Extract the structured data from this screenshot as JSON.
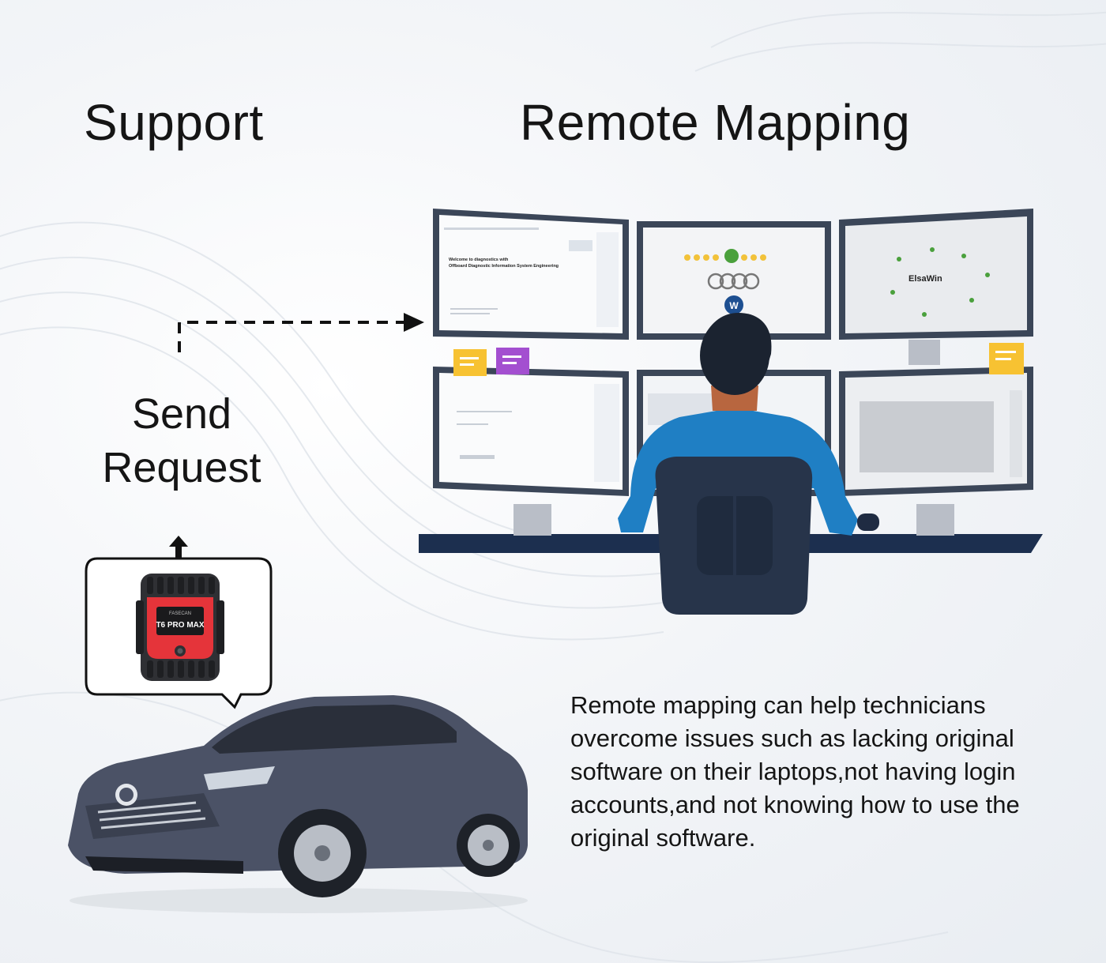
{
  "headings": {
    "support": "Support",
    "remote_mapping": "Remote Mapping"
  },
  "flow": {
    "send_line1": "Send",
    "send_line2": "Request"
  },
  "device": {
    "brand_text": "FASECAN",
    "model_text": "T6 PRO MAX",
    "body_color": "#3a3a3e",
    "accent_color": "#e5343a"
  },
  "screens": {
    "elsawin_label": "ElsaWin",
    "welcome_line1": "Welcome to diagnostics with",
    "welcome_line2": "Offboard Diagnostic Information System Engineering"
  },
  "description": "Remote mapping can help technicians overcome issues such as lacking original software on their laptops,not having login accounts,and not knowing how to use the original software.",
  "colors": {
    "desk": "#1c2f4f",
    "shirt": "#1f7fc4",
    "chair": "#27344a",
    "monitor_frame": "#3b4658",
    "note_yellow": "#f7c232",
    "note_purple": "#a34fd0",
    "car": "#4b5266"
  }
}
